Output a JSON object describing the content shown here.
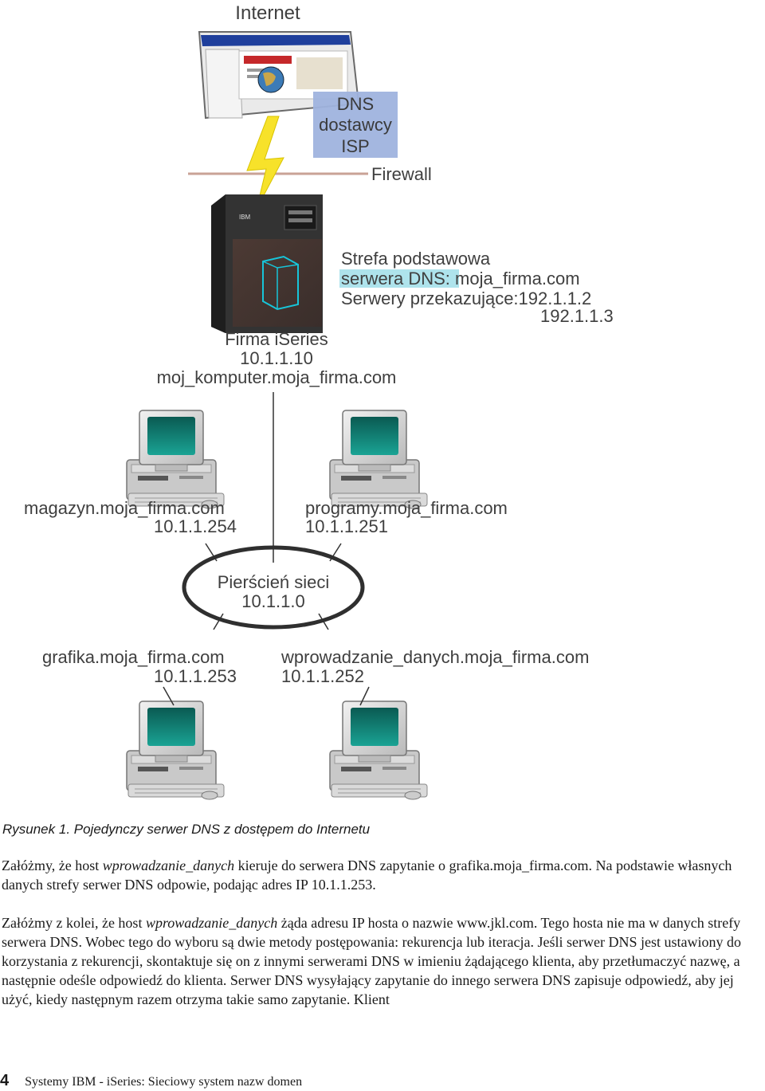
{
  "figure": {
    "labels": {
      "internet": "Internet",
      "dns_isp": [
        "DNS",
        "dostawcy",
        "ISP"
      ],
      "firewall": "Firewall",
      "zone_line1": "Strefa podstawowa",
      "zone_highlight": "serwera DNS:",
      "zone_domain": " moja_firma.com",
      "forwarders": "Serwery przekazujące:192.1.1.2",
      "forwarders2": "192.1.1.3",
      "server_name": "Firma iSeries",
      "server_ip": "10.1.1.10",
      "server_host": "moj_komputer.moja_firma.com",
      "ring_title": "Pierścień sieci",
      "ring_ip": "10.1.1.0"
    },
    "hosts": [
      {
        "name": "magazyn.moja_firma.com",
        "ip": "10.1.1.254"
      },
      {
        "name": "programy.moja_firma.com",
        "ip": "10.1.1.251"
      },
      {
        "name": "grafika.moja_firma.com",
        "ip": "10.1.1.253"
      },
      {
        "name": "wprowadzanie_danych.moja_firma.com",
        "ip": "10.1.1.252"
      }
    ],
    "colors": {
      "dns_box": "#9fb3de",
      "highlight": "#aee3ec",
      "firewall_line": "#c9a296",
      "lightning": "#f7e22a",
      "cube": "#17c5d9",
      "ring": "#2f2f2f",
      "screen": "#0e7a6e"
    }
  },
  "caption": "Rysunek 1. Pojedynczy serwer DNS z dostępem do Internetu",
  "paragraph1": {
    "a": "Załóżmy, że host ",
    "em": "wprowadzanie_danych",
    "b": " kieruje do serwera DNS zapytanie o grafika.moja_firma.com. Na podstawie własnych danych strefy serwer DNS odpowie, podając adres IP 10.1.1.253."
  },
  "paragraph2": {
    "a": "Załóżmy z kolei, że host ",
    "em": "wprowadzanie_danych",
    "b": " żąda adresu IP hosta o nazwie www.jkl.com. Tego hosta nie ma w danych strefy serwera DNS. Wobec tego do wyboru są dwie metody postępowania: rekurencja lub iteracja. Jeśli serwer DNS jest ustawiony do korzystania z rekurencji, skontaktuje się on z innymi serwerami DNS w imieniu żądającego klienta, aby przetłumaczyć nazwę, a następnie odeśle odpowiedź do klienta. Serwer DNS wysyłający zapytanie do innego serwera DNS zapisuje odpowiedź, aby jej użyć, kiedy następnym razem otrzyma takie samo zapytanie. Klient"
  },
  "footer": {
    "page_number": "4",
    "text": "Systemy IBM - iSeries:  Sieciowy system nazw domen"
  }
}
